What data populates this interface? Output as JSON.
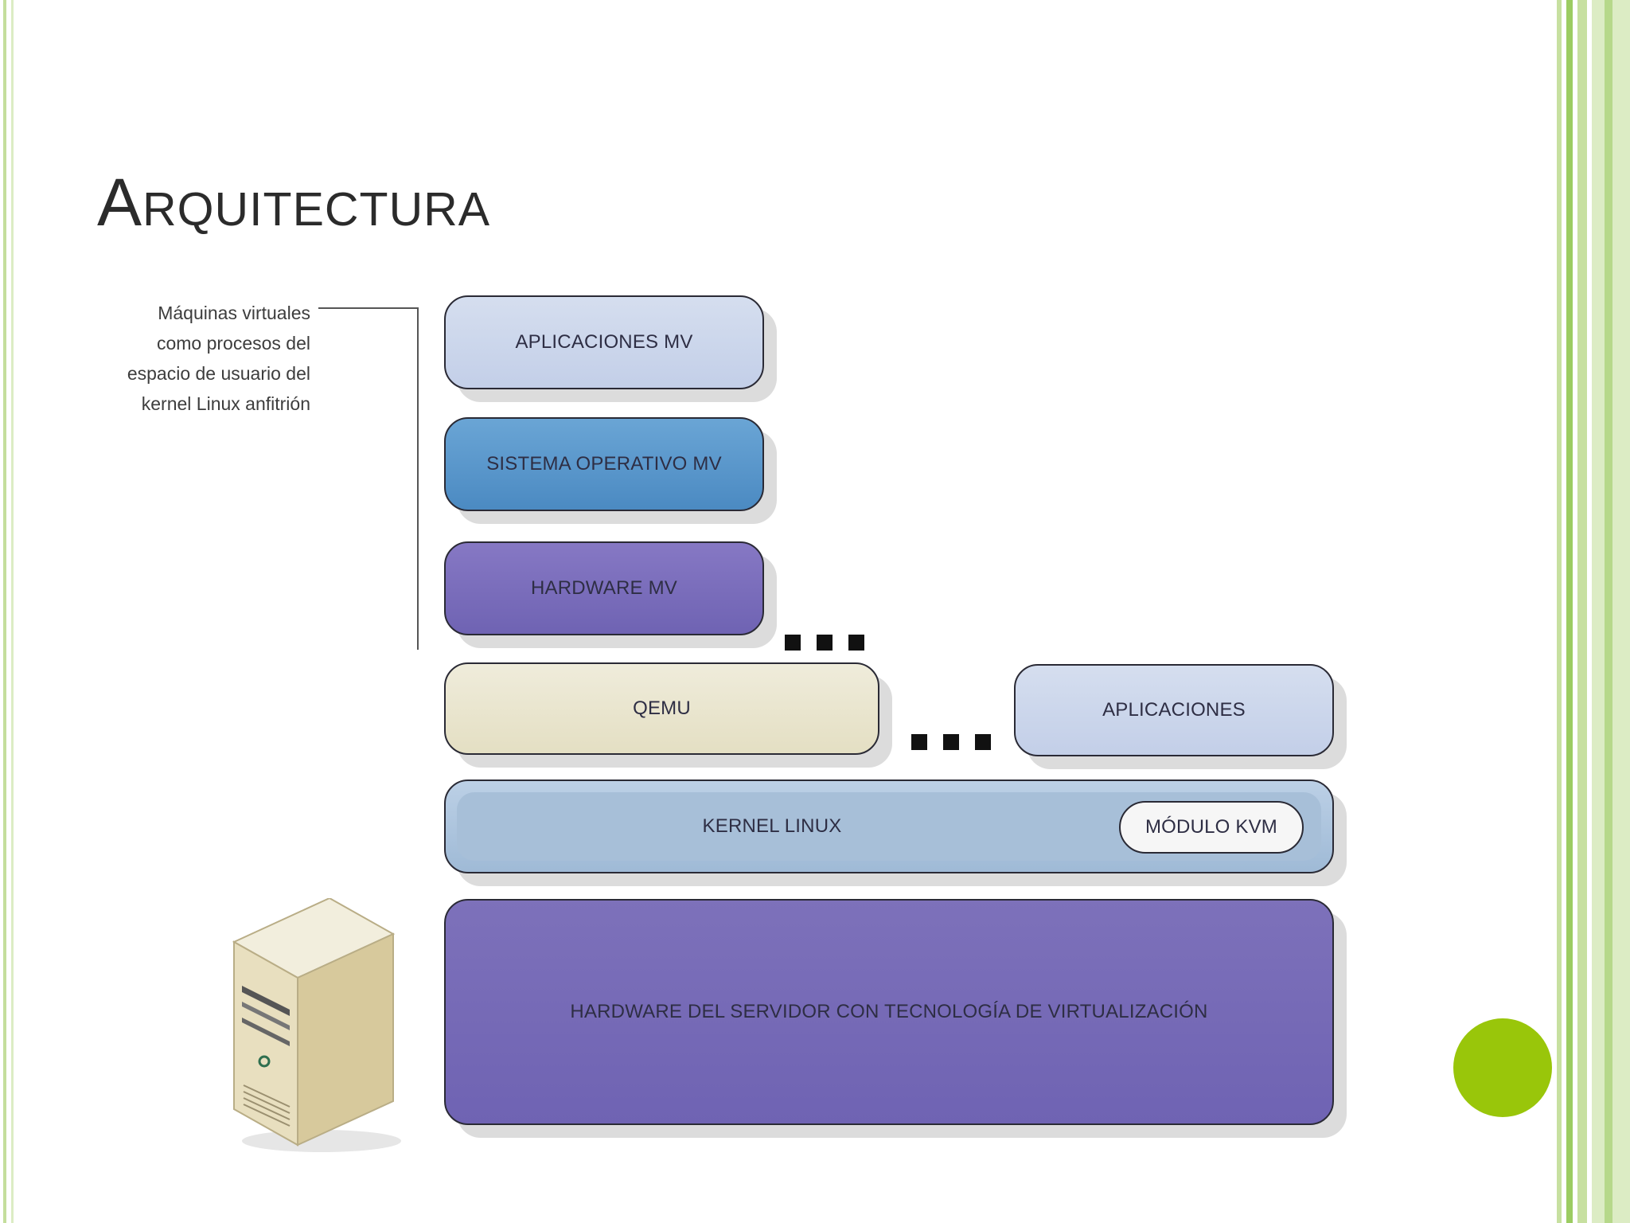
{
  "slide": {
    "title": "Arquitectura"
  },
  "side_note": "Máquinas virtuales como procesos del espacio de usuario del kernel Linux anfitrión",
  "layers": {
    "apps_mv": "APLICACIONES MV",
    "so_mv": "SISTEMA OPERATIVO MV",
    "hw_mv": "HARDWARE MV",
    "qemu": "QEMU",
    "apps": "APLICACIONES",
    "kernel": "KERNEL LINUX",
    "kvm": "MÓDULO KVM",
    "hw_server": "HARDWARE DEL SERVIDOR CON TECNOLOGÍA DE VIRTUALIZACIÓN"
  },
  "colors": {
    "accent_green": "#99c60a",
    "hardware_purple": "#6f63b3",
    "os_blue": "#4b8ac2"
  },
  "icons": {
    "server": "server-tower-icon"
  }
}
